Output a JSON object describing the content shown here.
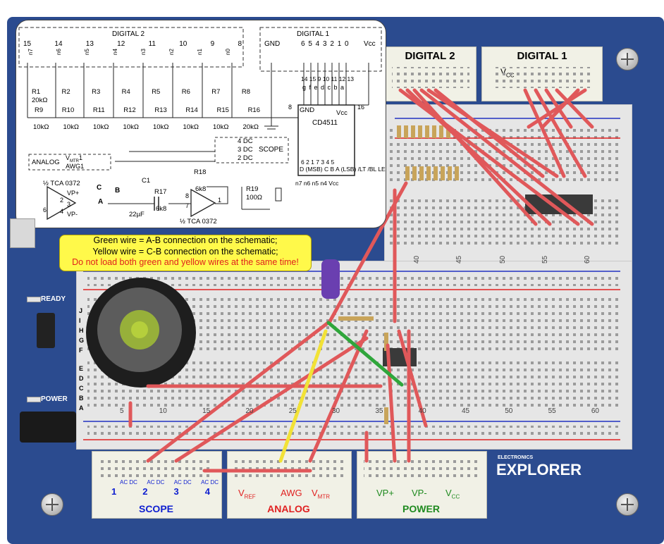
{
  "header_labels": {
    "digital2": "DIGITAL 2",
    "digital1": "DIGITAL 1",
    "vcc": "V",
    "vcc_sub": "CC"
  },
  "schematic": {
    "digital2_title": "DIGITAL 2",
    "digital1_title": "DIGITAL 1",
    "d2_pins": [
      "15",
      "14",
      "13",
      "12",
      "11",
      "10",
      "9",
      "8"
    ],
    "d1_pins": "6 5 4 3 2 1 0",
    "gnd": "GND",
    "vcc": "Vcc",
    "n_labels": [
      "n7",
      "n6",
      "n5",
      "n4",
      "n3",
      "n2",
      "n1",
      "n0"
    ],
    "r_top": [
      "R1",
      "R2",
      "R3",
      "R4",
      "R5",
      "R6",
      "R7",
      "R8"
    ],
    "r_top_val": "20kΩ",
    "r_bot": [
      "R9",
      "R10",
      "R11",
      "R12",
      "R13",
      "R14",
      "R15",
      "R16"
    ],
    "r_bot_vals": [
      "10kΩ",
      "10kΩ",
      "10kΩ",
      "10kΩ",
      "10kΩ",
      "10kΩ",
      "10kΩ",
      "20kΩ"
    ],
    "chip": "CD4511",
    "chip_gnd": "GND",
    "chip_vcc": "Vcc",
    "chip_pin8": "8",
    "chip_pin16": "16",
    "chip_top_pins": "14 15 9 10 11 12 13",
    "chip_top_letters": "g f e d c b a",
    "chip_inputs": "D (MSB)  C  B  A (LSB)  /LT  /BL  LE",
    "chip_bottom_pins": "6 2 1 7 3 4 5",
    "chip_bottom_names": "n7  n6  n5  n4  Vcc",
    "scope": "SCOPE",
    "scope_ch": [
      "4 DC",
      "3 DC",
      "2 DC"
    ],
    "analog": "ANALOG",
    "vmtr": "V",
    "vmtr_sub": "MTR",
    "vmtr_num": "1",
    "awg": "AWG1",
    "tca1": "½ TCA 0372",
    "tca2": "½ TCA 0372",
    "vp_plus": "VP+",
    "vp_minus": "VP-",
    "pin2": "2",
    "pin3": "3",
    "pin4": "4",
    "pin6": "6",
    "pin7": "7",
    "pin8": "8",
    "pin1": "1",
    "node_c": "C",
    "node_b": "B",
    "node_a": "A",
    "c1": "C1",
    "c1_val": "22µF",
    "r17": "R17",
    "r17_val": "6k8",
    "r18": "R18",
    "r18_val": "6k8",
    "r19": "R19",
    "r19_val": "100Ω"
  },
  "note": {
    "line1": "Green wire = A-B connection on the schematic;",
    "line2": "Yellow wire = C-B connection on the schematic;",
    "line3": "Do not load both green and yellow wires at the same time!"
  },
  "side": {
    "ready": "READY",
    "power": "POWER"
  },
  "brand": {
    "small": "ELECTRONICS",
    "big": "EXPLORER"
  },
  "bottom": {
    "scope": "SCOPE",
    "analog": "ANALOG",
    "power": "POWER",
    "scope_nums": [
      "1",
      "2",
      "3",
      "4"
    ],
    "ac": "AC",
    "dc": "DC",
    "vref": "V",
    "vref_sub": "REF",
    "awg": "AWG",
    "vmtr": "V",
    "vmtr_sub": "MTR",
    "vp_plus": "VP+",
    "vp_minus": "VP-",
    "vcc": "V",
    "vcc_sub": "CC"
  },
  "row_letters_top": [
    "F",
    "G",
    "H",
    "I",
    "J"
  ],
  "row_letters_bot": [
    "A",
    "B",
    "C",
    "D",
    "E"
  ],
  "col_numbers_upper": [
    "40",
    "45",
    "50",
    "55",
    "60"
  ],
  "col_numbers_lower": [
    "5",
    "10",
    "15",
    "20",
    "25",
    "30",
    "35",
    "40",
    "45",
    "50",
    "55",
    "60"
  ],
  "col_numbers_upper_top": [
    "40",
    "45",
    "50",
    "55",
    "60"
  ],
  "colors": {
    "board": "#2b4b8f",
    "wire_red": "#e0585a",
    "wire_green": "#2fa63b",
    "wire_yellow": "#f2e236",
    "rail_red": "#e02020",
    "rail_blue": "#2030c0"
  }
}
